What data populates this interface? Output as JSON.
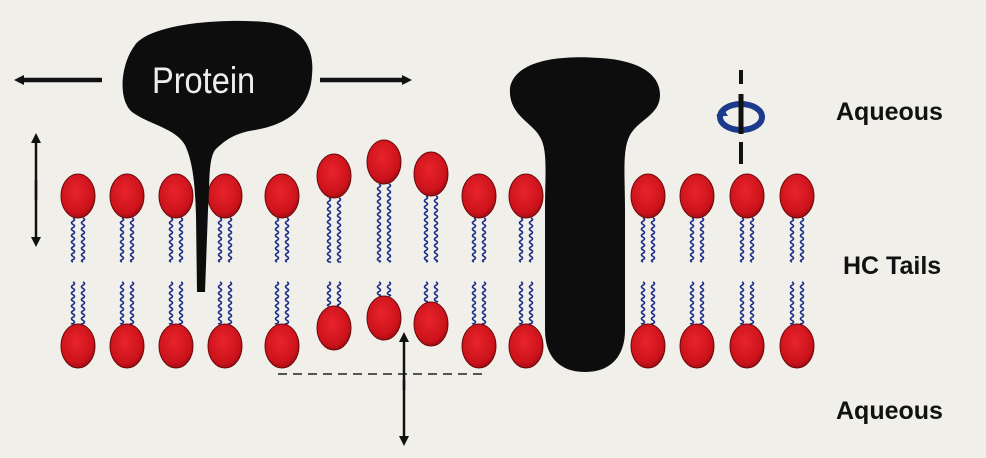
{
  "labels": {
    "aqueous_top": "Aqueous",
    "hc_tails": "HC Tails",
    "aqueous_bottom": "Aqueous",
    "protein": "Protein"
  },
  "colors": {
    "background": "#f1efe9",
    "headgroup": "#d4161f",
    "headgroup_outline": "#6a0808",
    "tail": "#1c2e8a",
    "protein": "#0d0d0d",
    "arrow": "#111111",
    "rotation_icon": "#1c3a8c"
  },
  "icons": {
    "rotation": "rotation-icon",
    "lateral_diffusion": "double-arrow-horizontal-icon",
    "vertical_motion": "double-arrow-vertical-icon",
    "flip_flop": "flip-flop-arrow-icon"
  }
}
